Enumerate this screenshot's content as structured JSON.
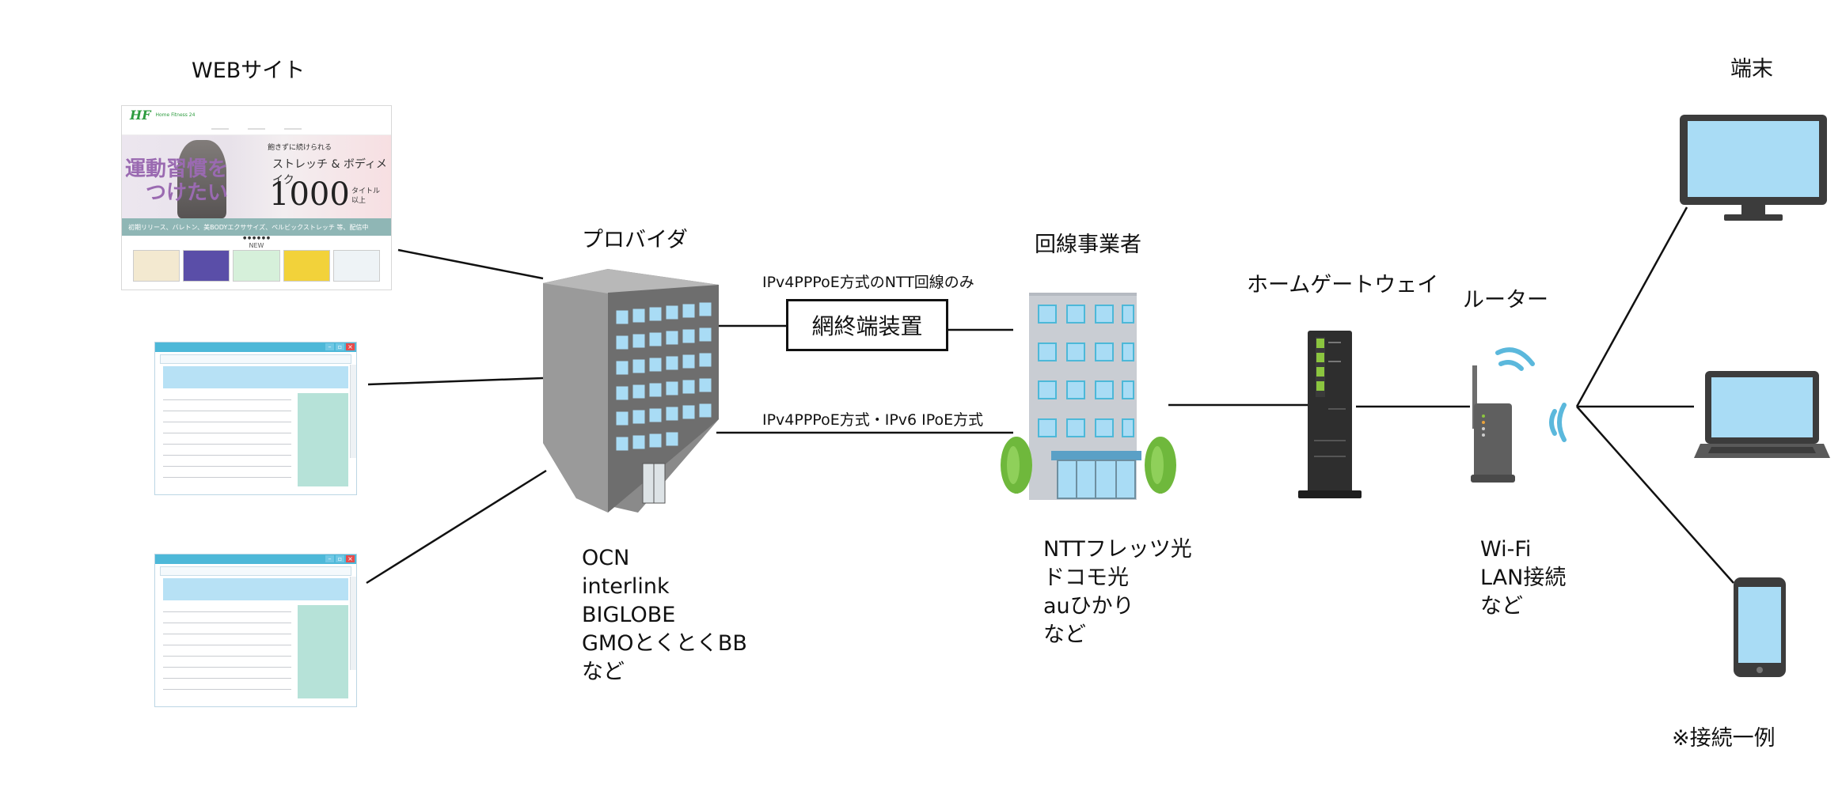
{
  "website": {
    "title": "WEBサイト",
    "logo_text": "HF",
    "logo_sub": "Home Fitness 24",
    "nav": [
      "",
      "",
      ""
    ],
    "hero_line1": "運動習慣を",
    "hero_line2": "つけたい",
    "hero_sub1": "飽きずに続けられる",
    "hero_sub2": "ストレッチ & ボディメイク",
    "hero_big": "1000",
    "hero_unit1": "タイトル",
    "hero_unit2": "以上",
    "hero_band": "初期リリース、バレトン、美BODYエクササイズ、ペルビックストレッチ 等、配信中",
    "new_label": "NEW"
  },
  "provider": {
    "title": "プロバイダ",
    "items": [
      "OCN",
      "interlink",
      "BIGLOBE",
      "GMOとくとくBB",
      "など"
    ]
  },
  "ntt_label": "IPv4PPPoE方式のNTT回線のみ",
  "terminal_device": "網終端装置",
  "ipv6_label": "IPv4PPPoE方式・IPv6 IPoE方式",
  "carrier": {
    "title": "回線事業者",
    "items": [
      "NTTフレッツ光",
      "ドコモ光",
      "auひかり",
      "など"
    ]
  },
  "home_gateway": {
    "title": "ホームゲートウェイ"
  },
  "router": {
    "title": "ルーター",
    "items": [
      "Wi-Fi",
      "LAN接続",
      "など"
    ]
  },
  "terminal": {
    "title": "端末"
  },
  "footnote": "※接続一例",
  "colors": {
    "line": "#111111",
    "window_blue": "#a9dcf5",
    "browser_bar": "#4db8d8",
    "browser_side": "#b6e2d8",
    "wifi": "#5bb8dc",
    "tree": "#6fb83c",
    "building_gray": "#7b7b7b"
  }
}
